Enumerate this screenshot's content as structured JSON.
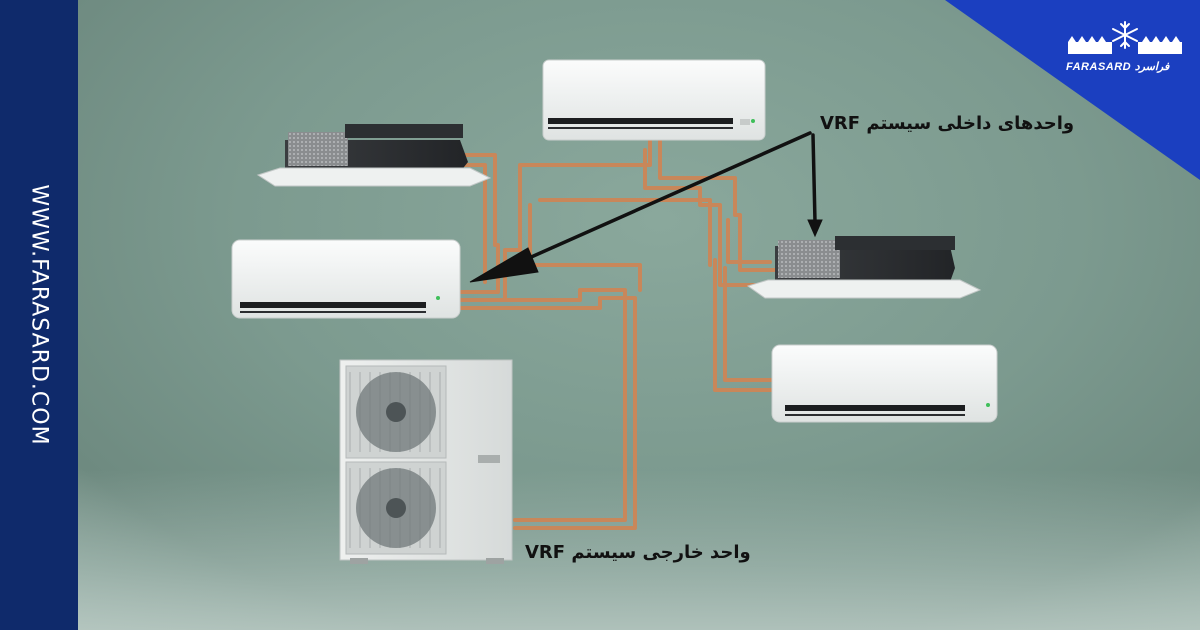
{
  "site": {
    "url": "WWW.FARASARD.COM"
  },
  "brand": {
    "name": "FARASARD",
    "name_fa": "فراسرد",
    "icon": "snowflake-gear-logo"
  },
  "labels": {
    "indoor": "واحدهای داخلی سیستم VRF",
    "outdoor": "واحد خارجی سیستم VRF"
  },
  "colors": {
    "background": "#7c9a8f",
    "band": "#0f2a6b",
    "corner": "#1b3fc0",
    "pipe": "#c8875a",
    "unit_body": "#f1f3f2",
    "arrow": "#111111"
  }
}
